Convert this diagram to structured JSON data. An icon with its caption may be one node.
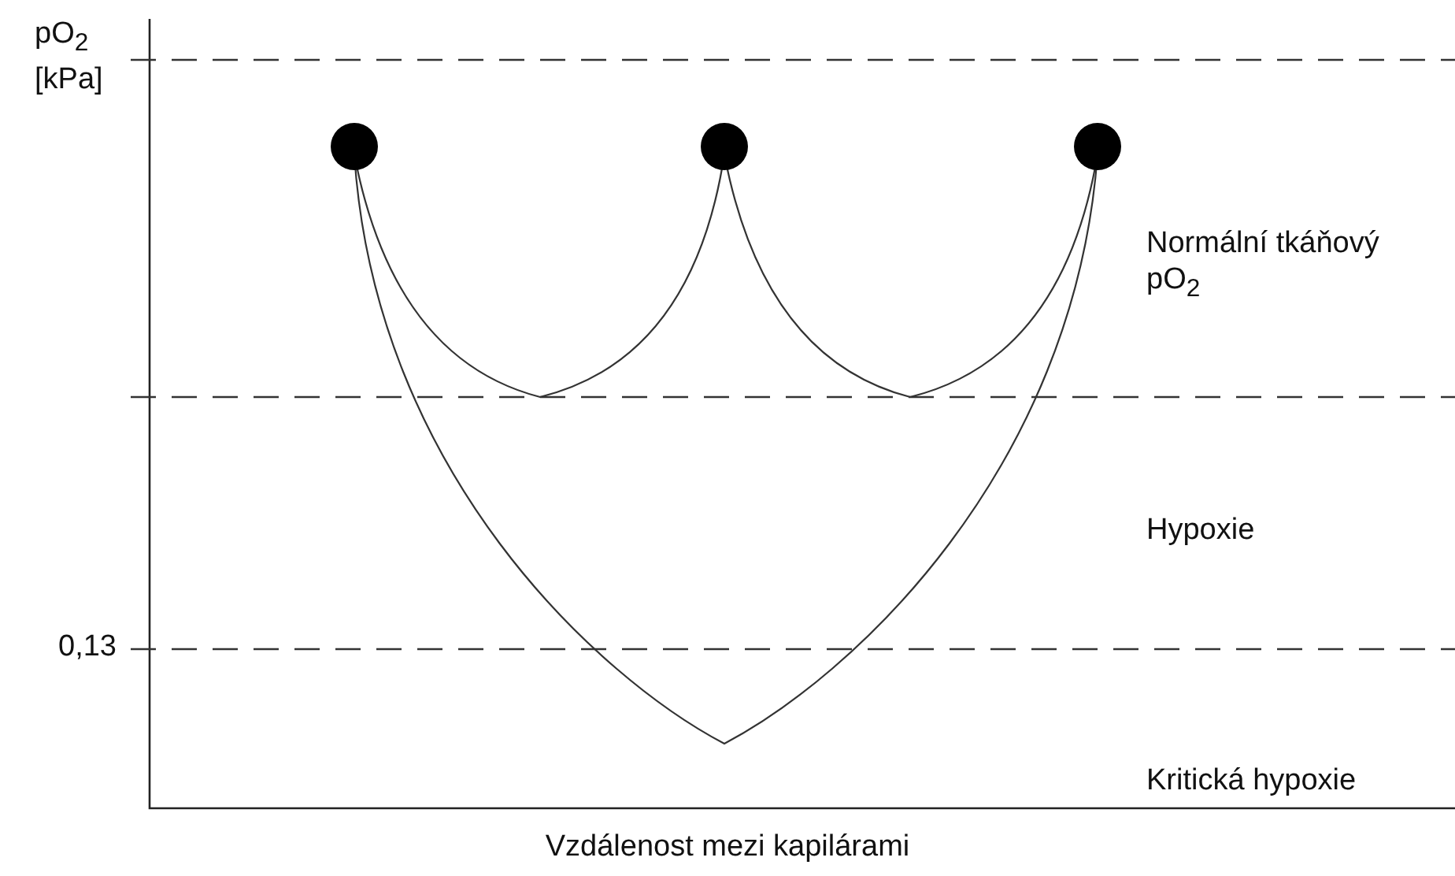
{
  "diagram": {
    "labels": [
      "pO$_{2}$ [kPa]",
      "Normální tkáňový pO$_{2}$",
      "Hypoxie",
      "0,13",
      "Kritická hypoxie",
      "Vzdálenost mezi kapilárami"
    ]
  }
}
